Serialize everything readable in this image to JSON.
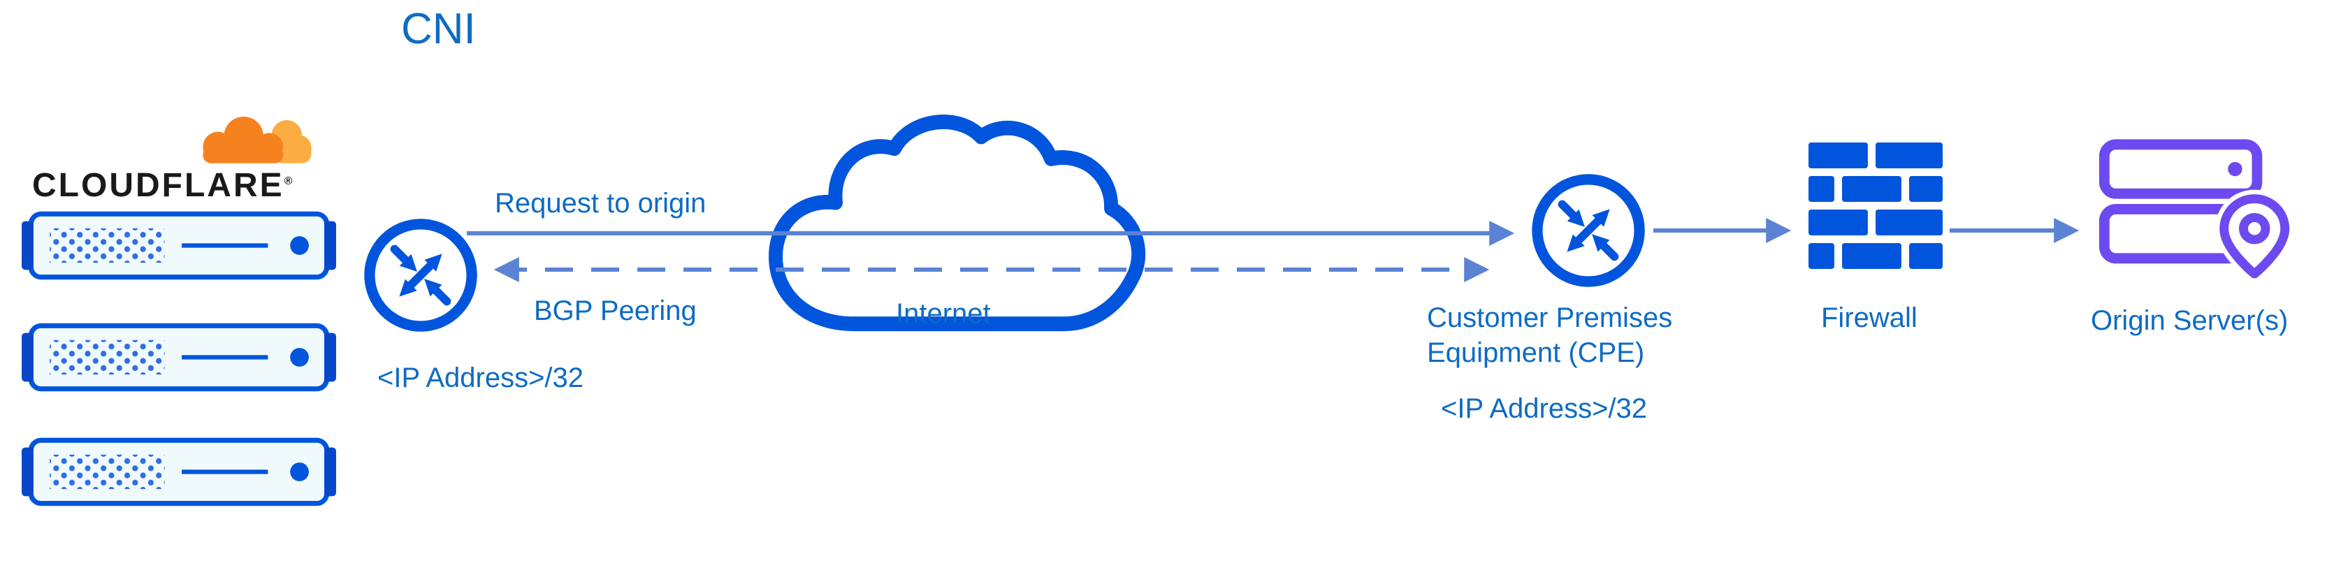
{
  "title": "CNI",
  "colors": {
    "icon_blue": "#0055dc",
    "text_blue": "#0e6bc4",
    "arrow_blue": "#5a83d4",
    "origin_purple": "#6d4aef",
    "cloudflare_orange": "#f6821f",
    "cloudflare_orange_light": "#fbad41",
    "brand_black": "#1a1a1a"
  },
  "cloudflare": {
    "brand": "CLOUDFLARE",
    "trademark": "®"
  },
  "edge_router": {
    "ip_label": "<IP Address>/32"
  },
  "connections": {
    "request_to_origin": "Request to origin",
    "bgp_peering": "BGP Peering"
  },
  "internet": {
    "label": "Internet"
  },
  "cpe": {
    "label": "Customer Premises Equipment (CPE)",
    "ip_label": "<IP Address>/32"
  },
  "firewall": {
    "label": "Firewall"
  },
  "origin": {
    "label": "Origin Server(s)"
  }
}
